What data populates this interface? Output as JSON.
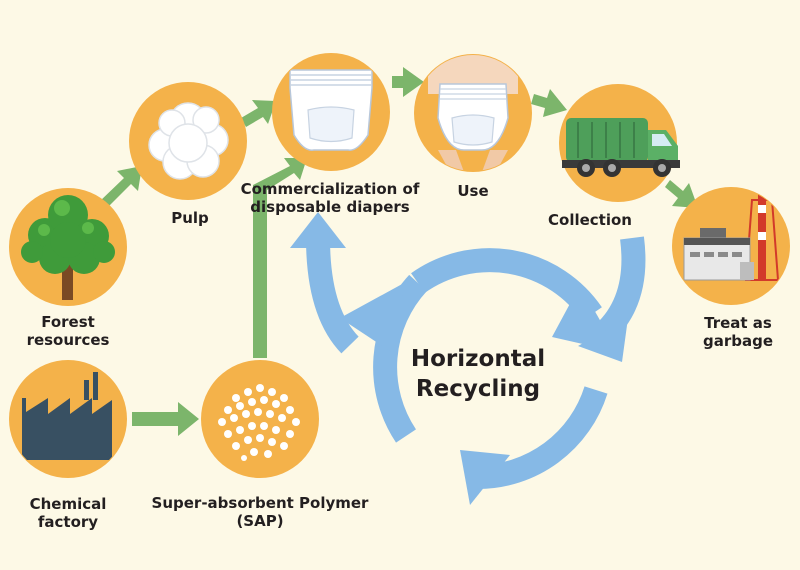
{
  "colors": {
    "background": "#fdf9e6",
    "node_fill": "#f4b24a",
    "process_arrow": "#7cb56b",
    "recycling_arrow": "#86b9e6",
    "text": "#231f20"
  },
  "nodes": [
    {
      "id": "forest",
      "label": [
        "Forest",
        "resources"
      ],
      "icon": "tree-icon"
    },
    {
      "id": "pulp",
      "label": [
        "Pulp"
      ],
      "icon": "cotton-pulp-icon"
    },
    {
      "id": "commercialization",
      "label": [
        "Commercialization of",
        "disposable diapers"
      ],
      "icon": "diaper-icon"
    },
    {
      "id": "use",
      "label": [
        "Use"
      ],
      "icon": "worn-diaper-icon"
    },
    {
      "id": "collection",
      "label": [
        "Collection"
      ],
      "icon": "garbage-truck-icon"
    },
    {
      "id": "garbage",
      "label": [
        "Treat as",
        "garbage"
      ],
      "icon": "incinerator-factory-icon"
    },
    {
      "id": "chemical",
      "label": [
        "Chemical",
        "factory"
      ],
      "icon": "factory-icon"
    },
    {
      "id": "sap",
      "label": [
        "Super-absorbent Polymer",
        "(SAP)"
      ],
      "icon": "polymer-beads-icon"
    }
  ],
  "center": {
    "title": [
      "Horizontal",
      "Recycling"
    ]
  }
}
